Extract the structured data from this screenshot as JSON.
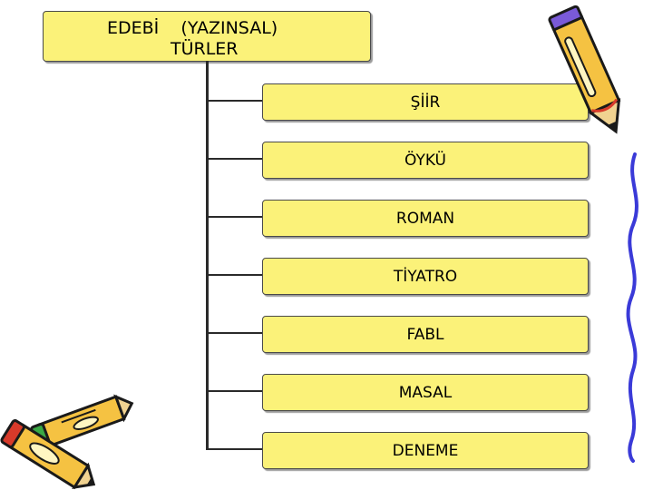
{
  "root": {
    "line1": "EDEBİ    (YAZINSAL)",
    "line2": "TÜRLER"
  },
  "children": [
    {
      "label": "ŞİİR"
    },
    {
      "label": "ÖYKÜ"
    },
    {
      "label": "ROMAN"
    },
    {
      "label": "TİYATRO"
    },
    {
      "label": "FABL"
    },
    {
      "label": "MASAL"
    },
    {
      "label": "DENEME"
    }
  ],
  "colors": {
    "box_fill": "#fbf279",
    "box_border": "#4a4a4a",
    "connector": "#2a2a2a",
    "pencil_body": "#f5c242",
    "pencil_tip": "#d83a2a",
    "pencil_outline": "#1a1a1a",
    "squiggle": "#3a3ad8"
  },
  "decorations": {
    "top_right": "pencil-icon",
    "bottom_left": "pencils-icon",
    "right_edge": "squiggle-line-icon"
  }
}
